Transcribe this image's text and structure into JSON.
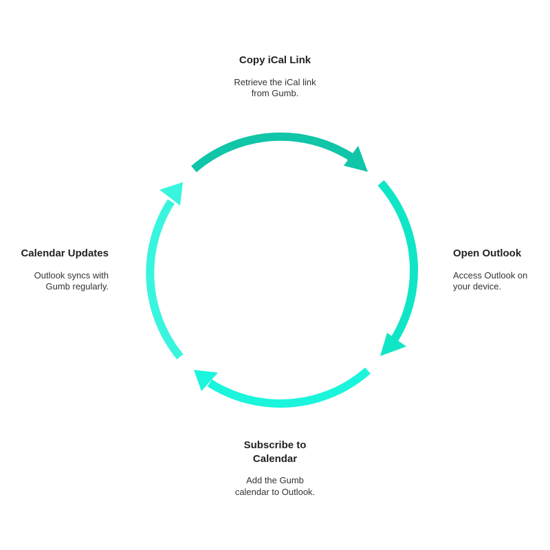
{
  "steps": [
    {
      "title": "Copy iCal Link",
      "description": "Retrieve the iCal link\nfrom Gumb."
    },
    {
      "title": "Open Outlook",
      "description": "Access Outlook on\nyour device."
    },
    {
      "title": "Subscribe to\nCalendar",
      "description": "Add the Gumb\ncalendar to Outlook."
    },
    {
      "title": "Calendar Updates",
      "description": "Outlook syncs with\nGumb regularly."
    }
  ],
  "colors": {
    "arc_copy": "#10c5a8",
    "arc_open": "#10e6c6",
    "arc_subscribe": "#1af5dc",
    "arc_updates": "#3af5de"
  }
}
